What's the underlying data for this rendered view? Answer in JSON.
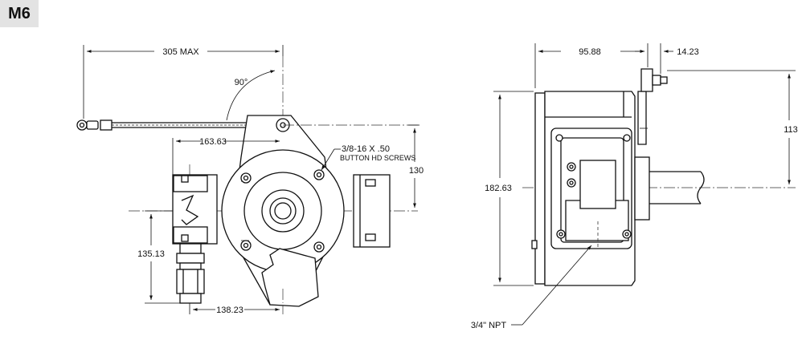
{
  "model_tag": "M6",
  "front_view": {
    "dim_overall": "305  MAX",
    "dim_angle": "90°",
    "dim_mount": "163.63",
    "dim_height": "130",
    "dim_side": "135.13",
    "dim_bottom": "138.23",
    "screw_spec": "3/8-16 X .50",
    "screw_type": "BUTTON HD SCREWS"
  },
  "side_view": {
    "dim_top_left": "95.88",
    "dim_top_right": "14.23",
    "dim_right": "113",
    "dim_height": "182.63",
    "port_label": "3/4\" NPT"
  }
}
